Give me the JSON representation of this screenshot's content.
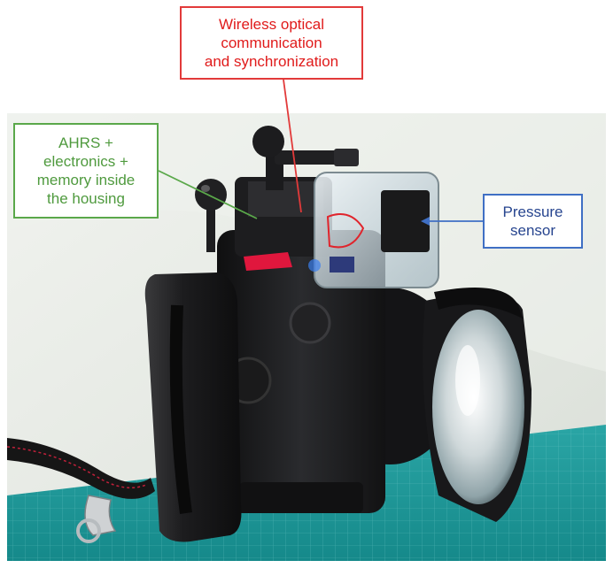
{
  "image": {
    "subject": "underwater camera housing",
    "colors": {
      "background": "#e8ece6",
      "mat": "#1f9fa0",
      "housing": "#1a1a1c",
      "red_annotation": "#e01b1b",
      "green_annotation": "#4f9a3e",
      "blue_annotation": "#27458f"
    }
  },
  "callouts": {
    "wireless": [
      "Wireless optical",
      "communication",
      "and synchronization"
    ],
    "ahrs": [
      "AHRS +",
      "electronics +",
      "memory inside",
      "the housing"
    ],
    "pressure": [
      "Pressure",
      "sensor"
    ]
  }
}
